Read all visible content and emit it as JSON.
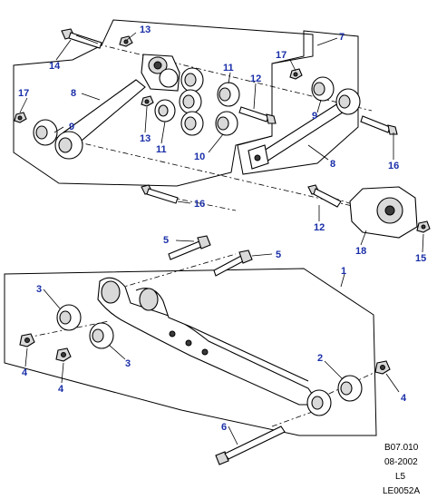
{
  "diagram": {
    "callouts": {
      "c1": "1",
      "c2": "2",
      "c3a": "3",
      "c3b": "3",
      "c4a": "4",
      "c4b": "4",
      "c4c": "4",
      "c5a": "5",
      "c5b": "5",
      "c6": "6",
      "c7": "7",
      "c8a": "8",
      "c8b": "8",
      "c9a": "9",
      "c9b": "9",
      "c10": "10",
      "c11a": "11",
      "c11b": "11",
      "c12a": "12",
      "c12b": "12",
      "c13a": "13",
      "c13b": "13",
      "c14": "14",
      "c15": "15",
      "c16a": "16",
      "c16b": "16",
      "c17a": "17",
      "c17b": "17",
      "c18": "18"
    },
    "reference": {
      "code": "B07.010",
      "date": "08-2002",
      "line": "L5",
      "drawing": "LE0052A"
    },
    "colors": {
      "callout": "#1a2fa8",
      "line": "#000000"
    }
  }
}
